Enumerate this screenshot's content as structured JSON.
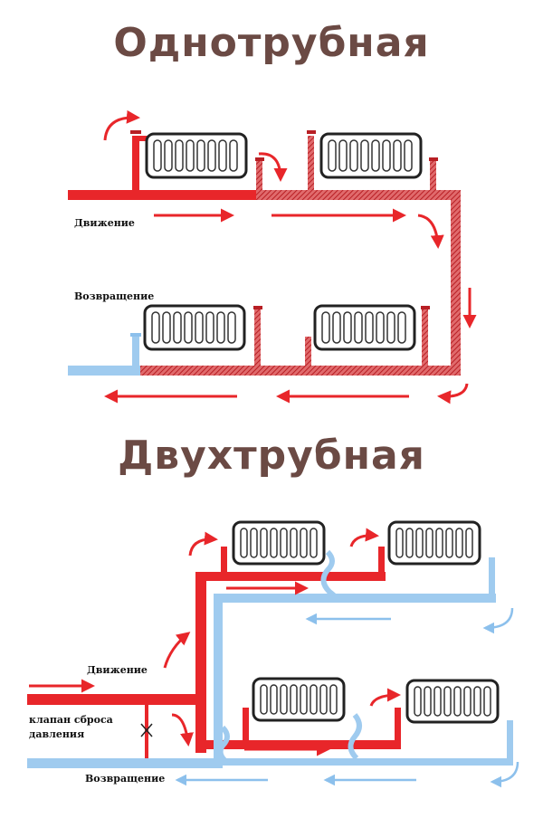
{
  "one_pipe": {
    "title": "Однотрубная",
    "label_supply": "Движение",
    "label_return": "Возвращение"
  },
  "two_pipe": {
    "title": "Двухтрубная",
    "label_supply": "Движение",
    "label_valve_line1": "клапан сброса",
    "label_valve_line2": "давления",
    "label_return": "Возвращение"
  },
  "colors": {
    "supply": "#e8262a",
    "supply_hatched": "#d8464a",
    "return": "#9fcbef",
    "radiator_stroke": "#222222",
    "title": "#6b4a44"
  }
}
